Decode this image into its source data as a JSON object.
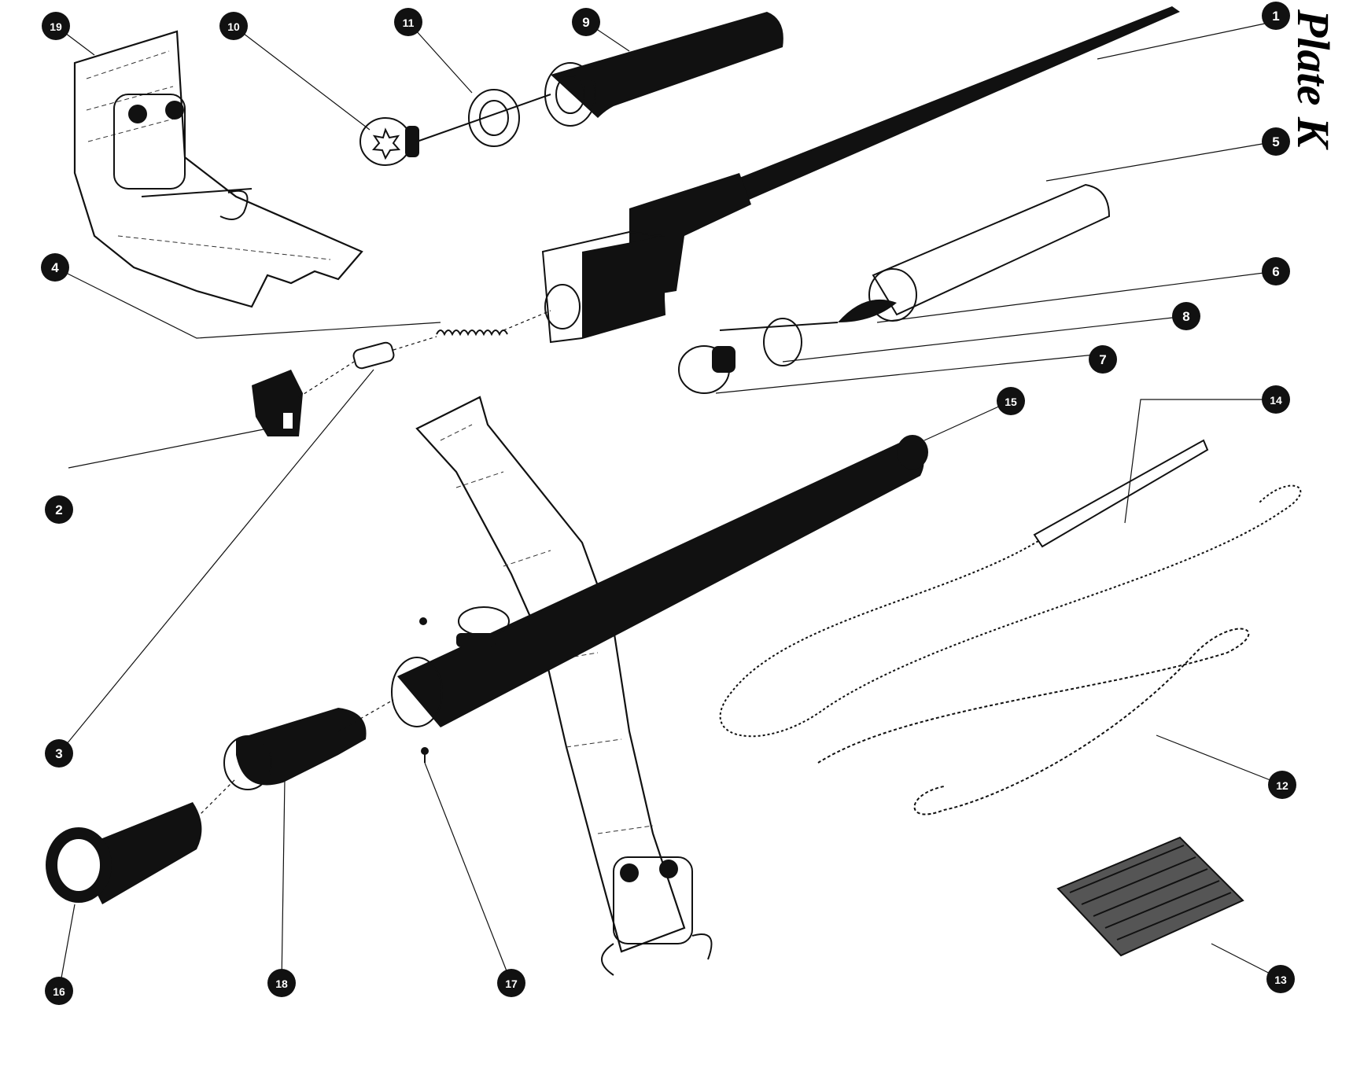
{
  "plate": {
    "title": "Plate K"
  },
  "callouts": [
    {
      "id": "c1",
      "label": "1"
    },
    {
      "id": "c2",
      "label": "2"
    },
    {
      "id": "c3",
      "label": "3"
    },
    {
      "id": "c4",
      "label": "4"
    },
    {
      "id": "c5",
      "label": "5"
    },
    {
      "id": "c6",
      "label": "6"
    },
    {
      "id": "c7",
      "label": "7"
    },
    {
      "id": "c8",
      "label": "8"
    },
    {
      "id": "c9",
      "label": "9"
    },
    {
      "id": "c10",
      "label": "10"
    },
    {
      "id": "c11",
      "label": "11"
    },
    {
      "id": "c12",
      "label": "12"
    },
    {
      "id": "c13",
      "label": "13"
    },
    {
      "id": "c14",
      "label": "14"
    },
    {
      "id": "c15",
      "label": "15"
    },
    {
      "id": "c16",
      "label": "16"
    },
    {
      "id": "c17",
      "label": "17"
    },
    {
      "id": "c18",
      "label": "18"
    },
    {
      "id": "c19",
      "label": "19"
    }
  ]
}
